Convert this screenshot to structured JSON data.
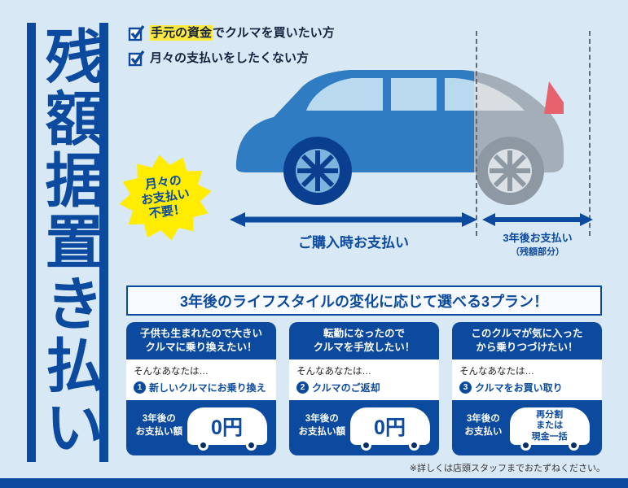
{
  "page": {
    "vertical_title": "残額据置き払い",
    "footnote": "※詳しくは店頭スタッフまでおたずねください。"
  },
  "checklist": {
    "item1": {
      "highlight": "手元の資金",
      "rest": "でクルマを買いたい方"
    },
    "item2": {
      "text": "月々の支払いをしたくない方"
    }
  },
  "badge": {
    "line1": "月々の",
    "line2": "お支払い",
    "line3": "不要！"
  },
  "payment_diagram": {
    "purchase_arrow_label": "ご購入時お支払い",
    "residual_arrow_label": "3年後お支払い",
    "residual_arrow_sublabel": "（残額部分）"
  },
  "banner": {
    "text": "3年後のライフスタイルの変化に応じて選べる3プラン！"
  },
  "plans": [
    {
      "header_line1": "子供も生まれたので大きい",
      "header_line2": "クルマに乗り換えたい！",
      "intro": "そんなあなたは…",
      "number": "1",
      "action": "新しいクルマにお乗り換え",
      "pay_label_line1": "3年後の",
      "pay_label_line2": "お支払い額",
      "amount": "0円"
    },
    {
      "header_line1": "転勤になったので",
      "header_line2": "クルマを手放したい！",
      "intro": "そんなあなたは…",
      "number": "2",
      "action": "クルマのご返却",
      "pay_label_line1": "3年後の",
      "pay_label_line2": "お支払い額",
      "amount": "0円"
    },
    {
      "header_line1": "このクルマが気に入った",
      "header_line2": "から乗りつづけたい！",
      "intro": "そんなあなたは…",
      "number": "3",
      "action": "クルマをお買い取り",
      "pay_label_line1": "3年後の",
      "pay_label_line2": "お支払い",
      "amount_line1": "再分割",
      "amount_line2": "または",
      "amount_line3": "現金一括"
    }
  ],
  "icons": {
    "checkbox-icon": "☑",
    "double-arrow-icon": "↔",
    "wheel-icon": "●"
  },
  "colors": {
    "primary_blue": "#0b4a9f",
    "light_blue_bg": "#d9e8f5",
    "highlight_yellow": "#ffe93d",
    "badge_yellow": "#ffec00",
    "car_gray": "#a3aeb8",
    "taillight_red": "#e8626e"
  }
}
